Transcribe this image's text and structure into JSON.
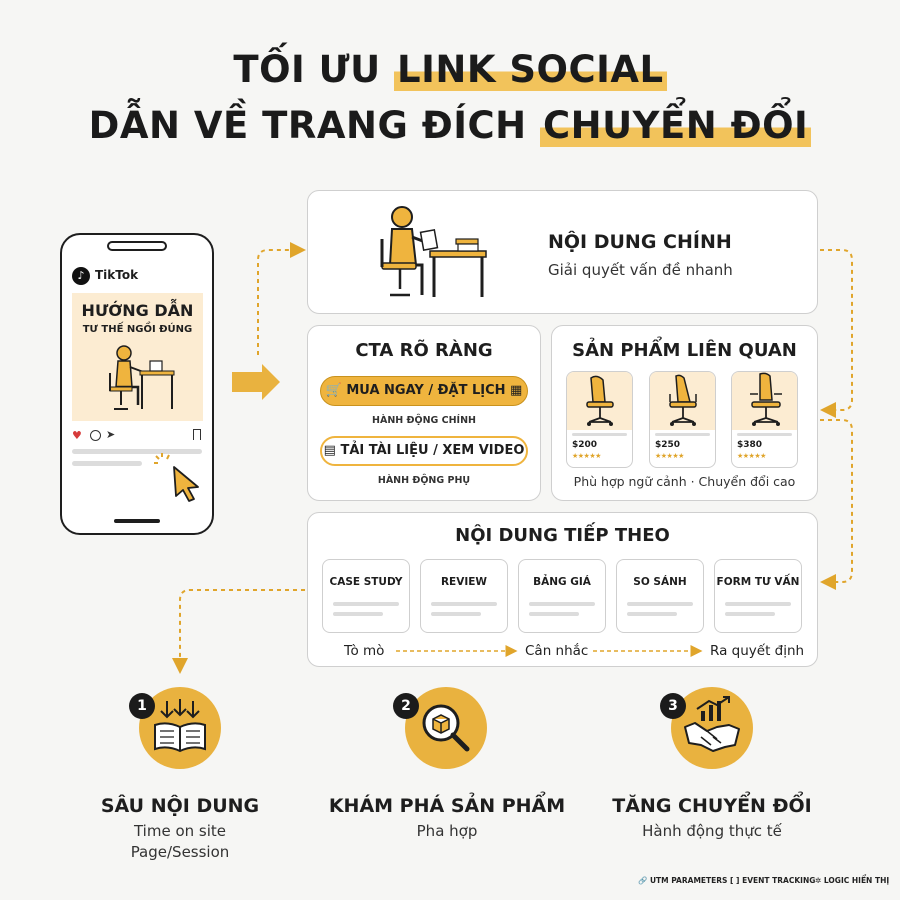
{
  "title": {
    "line1_prefix": "TỐI ƯU ",
    "line1_highlight": "LINK SOCIAL",
    "line2_prefix": "DẪN VỀ TRANG ĐÍCH ",
    "line2_highlight": "CHUYỂN ĐỔI"
  },
  "phone": {
    "app_name": "TikTok",
    "post_title": "HƯỚNG DẪN",
    "post_subtitle": "TƯ THẾ NGỒI ĐÚNG"
  },
  "main_content": {
    "title": "NỘI DUNG CHÍNH",
    "subtitle": "Giải quyết vấn đề nhanh"
  },
  "cta": {
    "title": "CTA RÕ RÀNG",
    "primary_label": "MUA NGAY / ĐẶT LỊCH",
    "primary_caption": "HÀNH ĐỘNG CHÍNH",
    "secondary_label": "TẢI TÀI LIỆU / XEM VIDEO",
    "secondary_caption": "HÀNH ĐỘNG PHỤ"
  },
  "products": {
    "title": "SẢN PHẨM LIÊN QUAN",
    "items": [
      {
        "price": "$200",
        "rating": 4
      },
      {
        "price": "$250",
        "rating": 4
      },
      {
        "price": "$380",
        "rating": 4
      }
    ],
    "footer": "Phù hợp ngữ cảnh · Chuyển đổi cao"
  },
  "next_content": {
    "title": "NỘI DUNG TIẾP THEO",
    "stages": [
      "CASE STUDY",
      "REVIEW",
      "BẢNG GIÁ",
      "SO SÁNH",
      "FORM TƯ VẤN"
    ],
    "journey": [
      "Tò mò",
      "Cân nhắc",
      "Ra quyết định"
    ]
  },
  "outcomes": [
    {
      "number": "1",
      "title": "SÂU NỘI DUNG",
      "subtitle_1": "Time on site",
      "subtitle_2": "Page/Session",
      "icon": "book-icon"
    },
    {
      "number": "2",
      "title": "KHÁM PHÁ SẢN PHẨM",
      "subtitle_1": "Pha hợp",
      "subtitle_2": "",
      "icon": "magnifier-icon"
    },
    {
      "number": "3",
      "title": "TĂNG CHUYỂN ĐỔI",
      "subtitle_1": "Hành động thực tế",
      "subtitle_2": "",
      "icon": "handshake-icon"
    }
  ],
  "footer": {
    "utm": "UTM PARAMETERS",
    "event": "EVENT TRACKING",
    "logic": "LOGIC HIỂN THỊ"
  },
  "colors": {
    "accent": "#efb43e",
    "accent_dark": "#c9921d",
    "pale": "#fcecd2",
    "ink": "#1e1e1e"
  }
}
